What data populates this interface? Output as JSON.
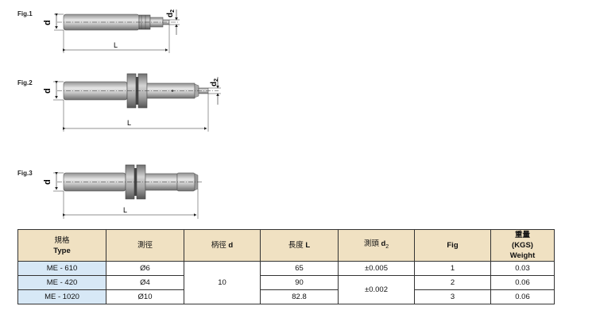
{
  "figures": [
    {
      "label": "Fig.1",
      "d": "d",
      "d2": "d",
      "d2_sub": "2",
      "L": "L"
    },
    {
      "label": "Fig.2",
      "d": "d",
      "d2": "d",
      "d2_sub": "2",
      "L": "L"
    },
    {
      "label": "Fig.3",
      "d": "d",
      "L": "L"
    }
  ],
  "table": {
    "headers": {
      "type_cn": "規格",
      "type_en": "Type",
      "measure_dia": "測徑",
      "shank_dia_cn": "柄徑",
      "shank_dia_sym": "d",
      "length_cn": "長度",
      "length_sym": "L",
      "tip_cn": "測頭",
      "tip_sym": "d",
      "tip_sub": "2",
      "fig": "Fig",
      "weight_cn": "重量",
      "weight_unit": "(KGS)",
      "weight_en": "Weight"
    },
    "rows": [
      {
        "type": "ME - 610",
        "measure": "Ø6",
        "length": "65",
        "fig": "1",
        "weight": "0.03"
      },
      {
        "type": "ME - 420",
        "measure": "Ø4",
        "length": "90",
        "fig": "2",
        "weight": "0.06"
      },
      {
        "type": "ME - 1020",
        "measure": "Ø10",
        "length": "82.8",
        "fig": "3",
        "weight": "0.06"
      }
    ],
    "shank_value": "10",
    "tip_tol_1": "±0.005",
    "tip_tol_2": "±0.002"
  }
}
